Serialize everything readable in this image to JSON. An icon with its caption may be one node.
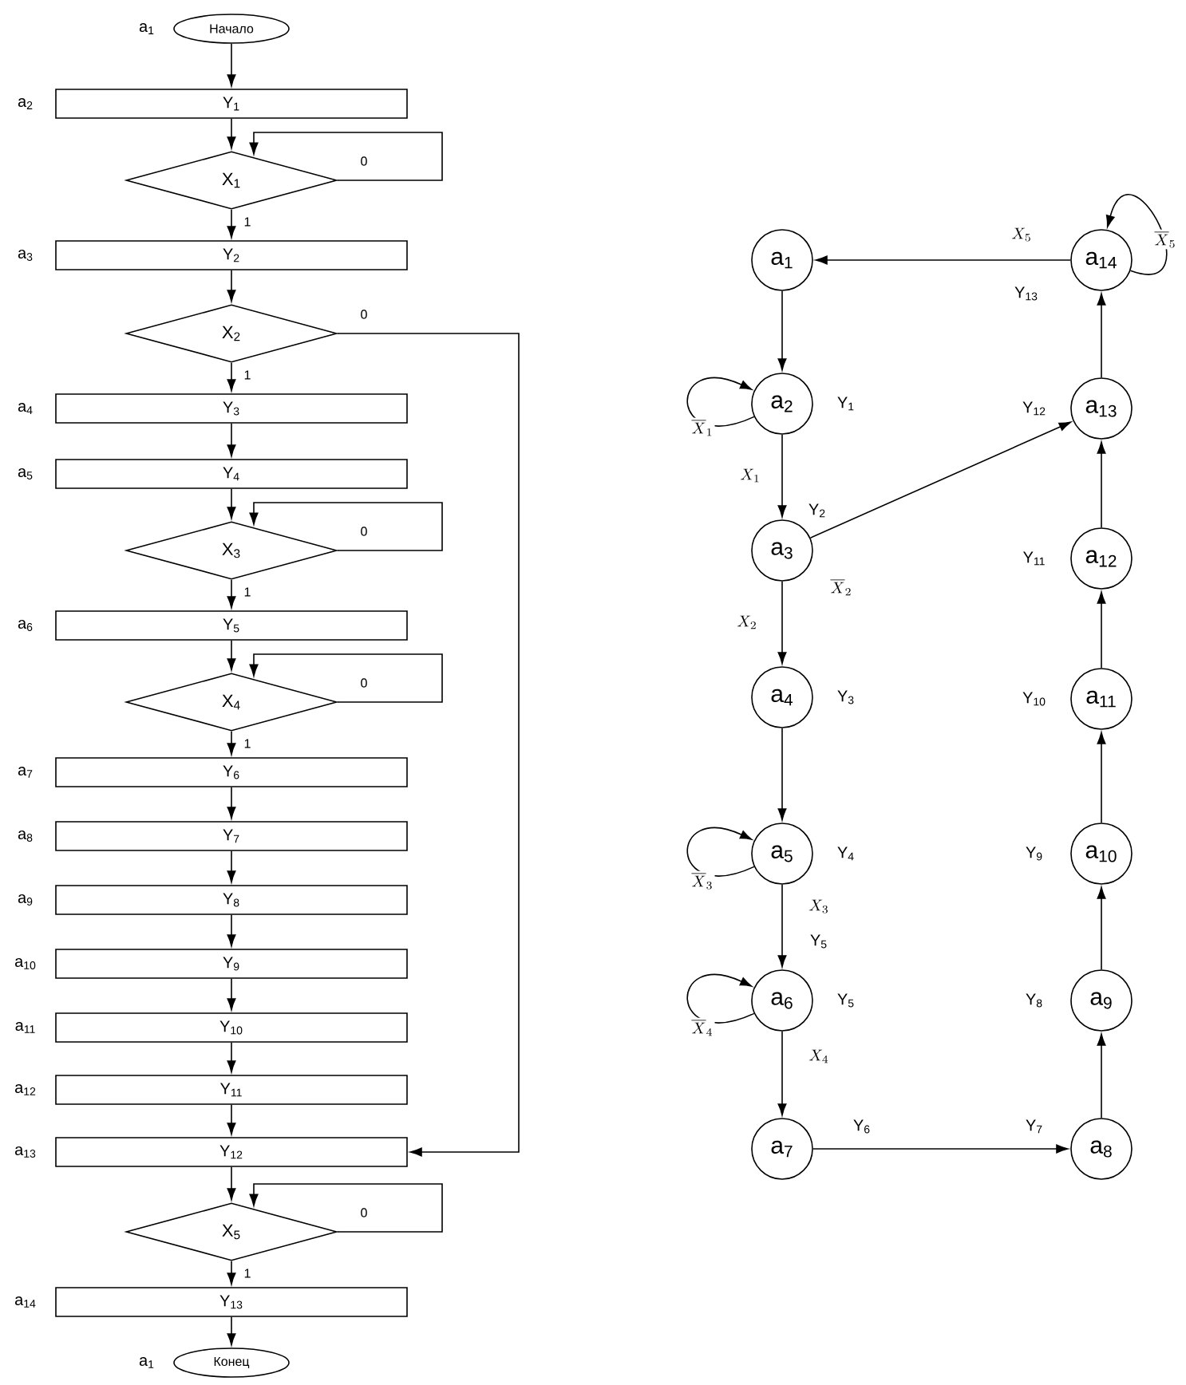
{
  "diagram": {
    "nodes": [
      {
        "text": [
          "Начало"
        ],
        "beside": [
          "a$_{1}$"
        ]
      },
      {
        "text": [
          "Y$_{1}$"
        ],
        "beside": [
          "a$_{2}$"
        ]
      },
      {
        "text": [
          "X$_{1}$"
        ]
      },
      {
        "text": [
          "Y$_{2}$"
        ],
        "beside": [
          "a$_{3}$"
        ]
      },
      {
        "text": [
          "X$_{2}$"
        ]
      },
      {
        "text": [
          "Y$_{3}$"
        ],
        "beside": [
          "a$_{4}$"
        ]
      },
      {
        "text": [
          "Y$_{4}$"
        ],
        "beside": [
          "a$_{5}$"
        ]
      },
      {
        "text": [
          "X$_{3}$"
        ]
      },
      {
        "text": [
          "Y$_{5}$"
        ],
        "beside": [
          "a$_{6}$"
        ]
      },
      {
        "text": [
          "X$_{4}$"
        ]
      },
      {
        "text": [
          "Y$_{6}$"
        ],
        "beside": [
          "a$_{7}$"
        ]
      },
      {
        "text": [
          "Y$_{7}$"
        ],
        "beside": [
          "a$_{8}$"
        ]
      },
      {
        "text": [
          "Y$_{8}$"
        ],
        "beside": [
          "a$_{9}$"
        ]
      },
      {
        "text": [
          "Y$_{9}$"
        ],
        "beside": [
          "a$_{10}$"
        ]
      },
      {
        "text": [
          "Y$_{10}$"
        ],
        "beside": [
          "a$_{11}$"
        ]
      },
      {
        "text": [
          "Y$_{11}$"
        ],
        "beside": [
          "a$_{12}$"
        ]
      },
      {
        "text": [
          "Y$_{12}$"
        ],
        "beside": [
          "a$_{13}$"
        ]
      },
      {
        "text": [
          "X$_{5}$"
        ]
      },
      {
        "text": [
          "Y$_{13}$"
        ],
        "beside": [
          "a$_{14}$"
        ]
      },
      {
        "text": [
          "Конец"
        ],
        "beside": [
          "a$_{1}$"
        ]
      },
      {
        "text": [
          "a$_{1}$"
        ]
      },
      {
        "text": [
          "a$_{2}$"
        ],
        "beside": [
          "Y$_{1}$"
        ]
      },
      {
        "text": [
          "a$_{3}$"
        ],
        "beside": [
          "Y$_{2}$"
        ]
      },
      {
        "text": [
          "a$_{4}$"
        ],
        "beside": [
          "Y$_{3}$"
        ]
      },
      {
        "text": [
          "a$_{5}$"
        ],
        "beside": [
          "Y$_{4}$"
        ]
      },
      {
        "text": [
          "a$_{6}$"
        ],
        "beside": [
          "Y$_{5}$"
        ]
      },
      {
        "text": [
          "a$_{7}$"
        ],
        "beside": [
          "Y$_{6}$"
        ]
      },
      {
        "text": [
          "a$_{8}$"
        ],
        "beside": [
          "Y$_{7}$"
        ]
      },
      {
        "text": [
          "a$_{9}$"
        ],
        "beside": [
          "Y$_{8}$"
        ]
      },
      {
        "text": [
          "a$_{10}$"
        ],
        "beside": [
          "Y$_{9}$"
        ]
      },
      {
        "text": [
          "a$_{11}$"
        ],
        "beside": [
          "Y$_{10}$"
        ]
      },
      {
        "text": [
          "a$_{12}$"
        ],
        "beside": [
          "Y$_{11}$"
        ]
      },
      {
        "text": [
          "a$_{13}$"
        ],
        "beside": [
          "Y$_{12}$"
        ]
      },
      {
        "text": [
          "a$_{14}$"
        ],
        "beside": [
          "Y$_{13}$"
        ]
      }
    ],
    "edges": [
      {
        "from": 0,
        "to": 1,
        "arrow": "to"
      },
      {
        "from": 1,
        "to": 2,
        "arrow": "to"
      },
      {
        "from": 2,
        "to": 2,
        "arrow": "to",
        "label": "0"
      },
      {
        "from": 2,
        "to": 3,
        "arrow": "to",
        "label": "1"
      },
      {
        "from": 3,
        "to": 4,
        "arrow": "to"
      },
      {
        "from": 4,
        "to": 5,
        "arrow": "to",
        "label": "1"
      },
      {
        "from": 4,
        "to": 16,
        "arrow": "to",
        "label": "0"
      },
      {
        "from": 5,
        "to": 6,
        "arrow": "to"
      },
      {
        "from": 6,
        "to": 7,
        "arrow": "to"
      },
      {
        "from": 7,
        "to": 7,
        "arrow": "to",
        "label": "0"
      },
      {
        "from": 7,
        "to": 8,
        "arrow": "to",
        "label": "1"
      },
      {
        "from": 8,
        "to": 9,
        "arrow": "to"
      },
      {
        "from": 9,
        "to": 9,
        "arrow": "to",
        "label": "0"
      },
      {
        "from": 9,
        "to": 10,
        "arrow": "to",
        "label": "1"
      },
      {
        "from": 10,
        "to": 11,
        "arrow": "to"
      },
      {
        "from": 11,
        "to": 12,
        "arrow": "to"
      },
      {
        "from": 12,
        "to": 13,
        "arrow": "to"
      },
      {
        "from": 13,
        "to": 14,
        "arrow": "to"
      },
      {
        "from": 14,
        "to": 15,
        "arrow": "to"
      },
      {
        "from": 15,
        "to": 16,
        "arrow": "to"
      },
      {
        "from": 16,
        "to": 17,
        "arrow": "to"
      },
      {
        "from": 17,
        "to": 17,
        "arrow": "to",
        "label": "0"
      },
      {
        "from": 17,
        "to": 18,
        "arrow": "to",
        "label": "1"
      },
      {
        "from": 18,
        "to": 19,
        "arrow": "to"
      },
      {
        "from": 20,
        "to": 21,
        "arrow": "to"
      },
      {
        "from": 21,
        "to": 21,
        "arrow": "to",
        "label": "\\overline{X}_{1}"
      },
      {
        "from": 21,
        "to": 22,
        "arrow": "to",
        "label": "X_{1}"
      },
      {
        "from": 22,
        "to": 23,
        "arrow": "to",
        "label": "X_{2}"
      },
      {
        "from": 22,
        "to": 32,
        "arrow": "to",
        "label": "\\overline{X}_{2}"
      },
      {
        "from": 23,
        "to": 24,
        "arrow": "to"
      },
      {
        "from": 24,
        "to": 24,
        "arrow": "to",
        "label": "\\overline{X}_{3}"
      },
      {
        "from": 24,
        "to": 25,
        "arrow": "to",
        "label": "X_{3}"
      },
      {
        "from": 25,
        "to": 25,
        "arrow": "to",
        "label": "\\overline{X}_{4}"
      },
      {
        "from": 25,
        "to": 26,
        "arrow": "to",
        "label": "X_{4}"
      },
      {
        "from": 26,
        "to": 27,
        "arrow": "to"
      },
      {
        "from": 27,
        "to": 28,
        "arrow": "to"
      },
      {
        "from": 28,
        "to": 29,
        "arrow": "to"
      },
      {
        "from": 29,
        "to": 30,
        "arrow": "to"
      },
      {
        "from": 30,
        "to": 31,
        "arrow": "to"
      },
      {
        "from": 31,
        "to": 32,
        "arrow": "to"
      },
      {
        "from": 32,
        "to": 33,
        "arrow": "to"
      },
      {
        "from": 33,
        "to": 33,
        "arrow": "to",
        "label": "\\overline{X}_{5}"
      },
      {
        "from": 33,
        "to": 20,
        "arrow": "to",
        "label": "X_{5}"
      }
    ],
    "labels": [
      "Y$_{5}$"
    ]
  }
}
